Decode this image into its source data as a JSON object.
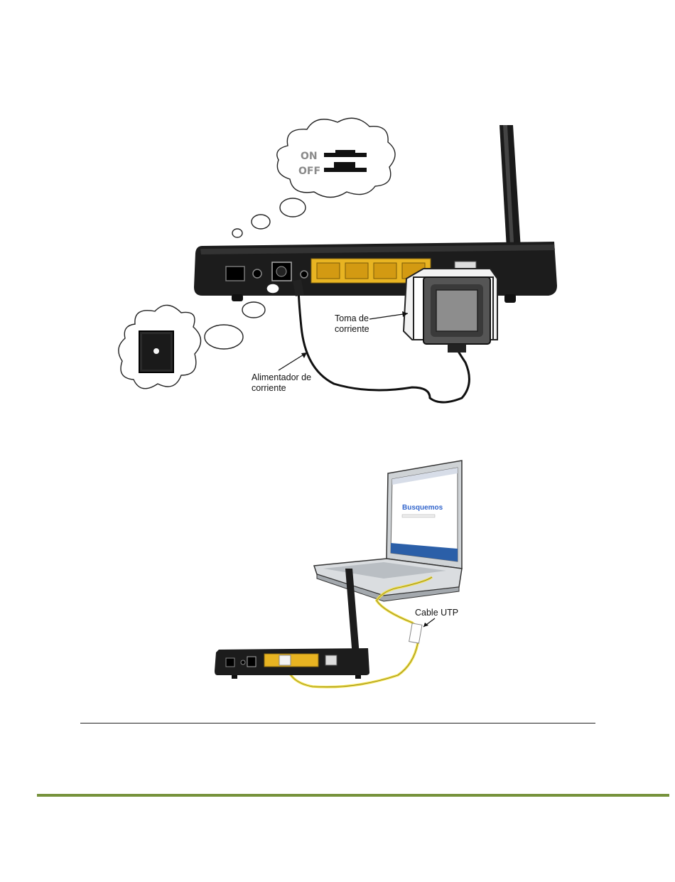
{
  "figure1": {
    "switch_on_label": "ON",
    "switch_off_label": "OFF",
    "outlet_label_line1": "Toma de",
    "outlet_label_line2": "corriente",
    "adapter_label_line1": "Alimentador de",
    "adapter_label_line2": "corriente"
  },
  "figure2": {
    "cable_label": "Cable UTP",
    "browser_logo_text": "Busquemos"
  },
  "colors": {
    "router_body": "#1c1c1c",
    "ethernet_ports": "#e8b422",
    "utp_cable": "#f1e04a",
    "footer_rule": "#76923c"
  }
}
